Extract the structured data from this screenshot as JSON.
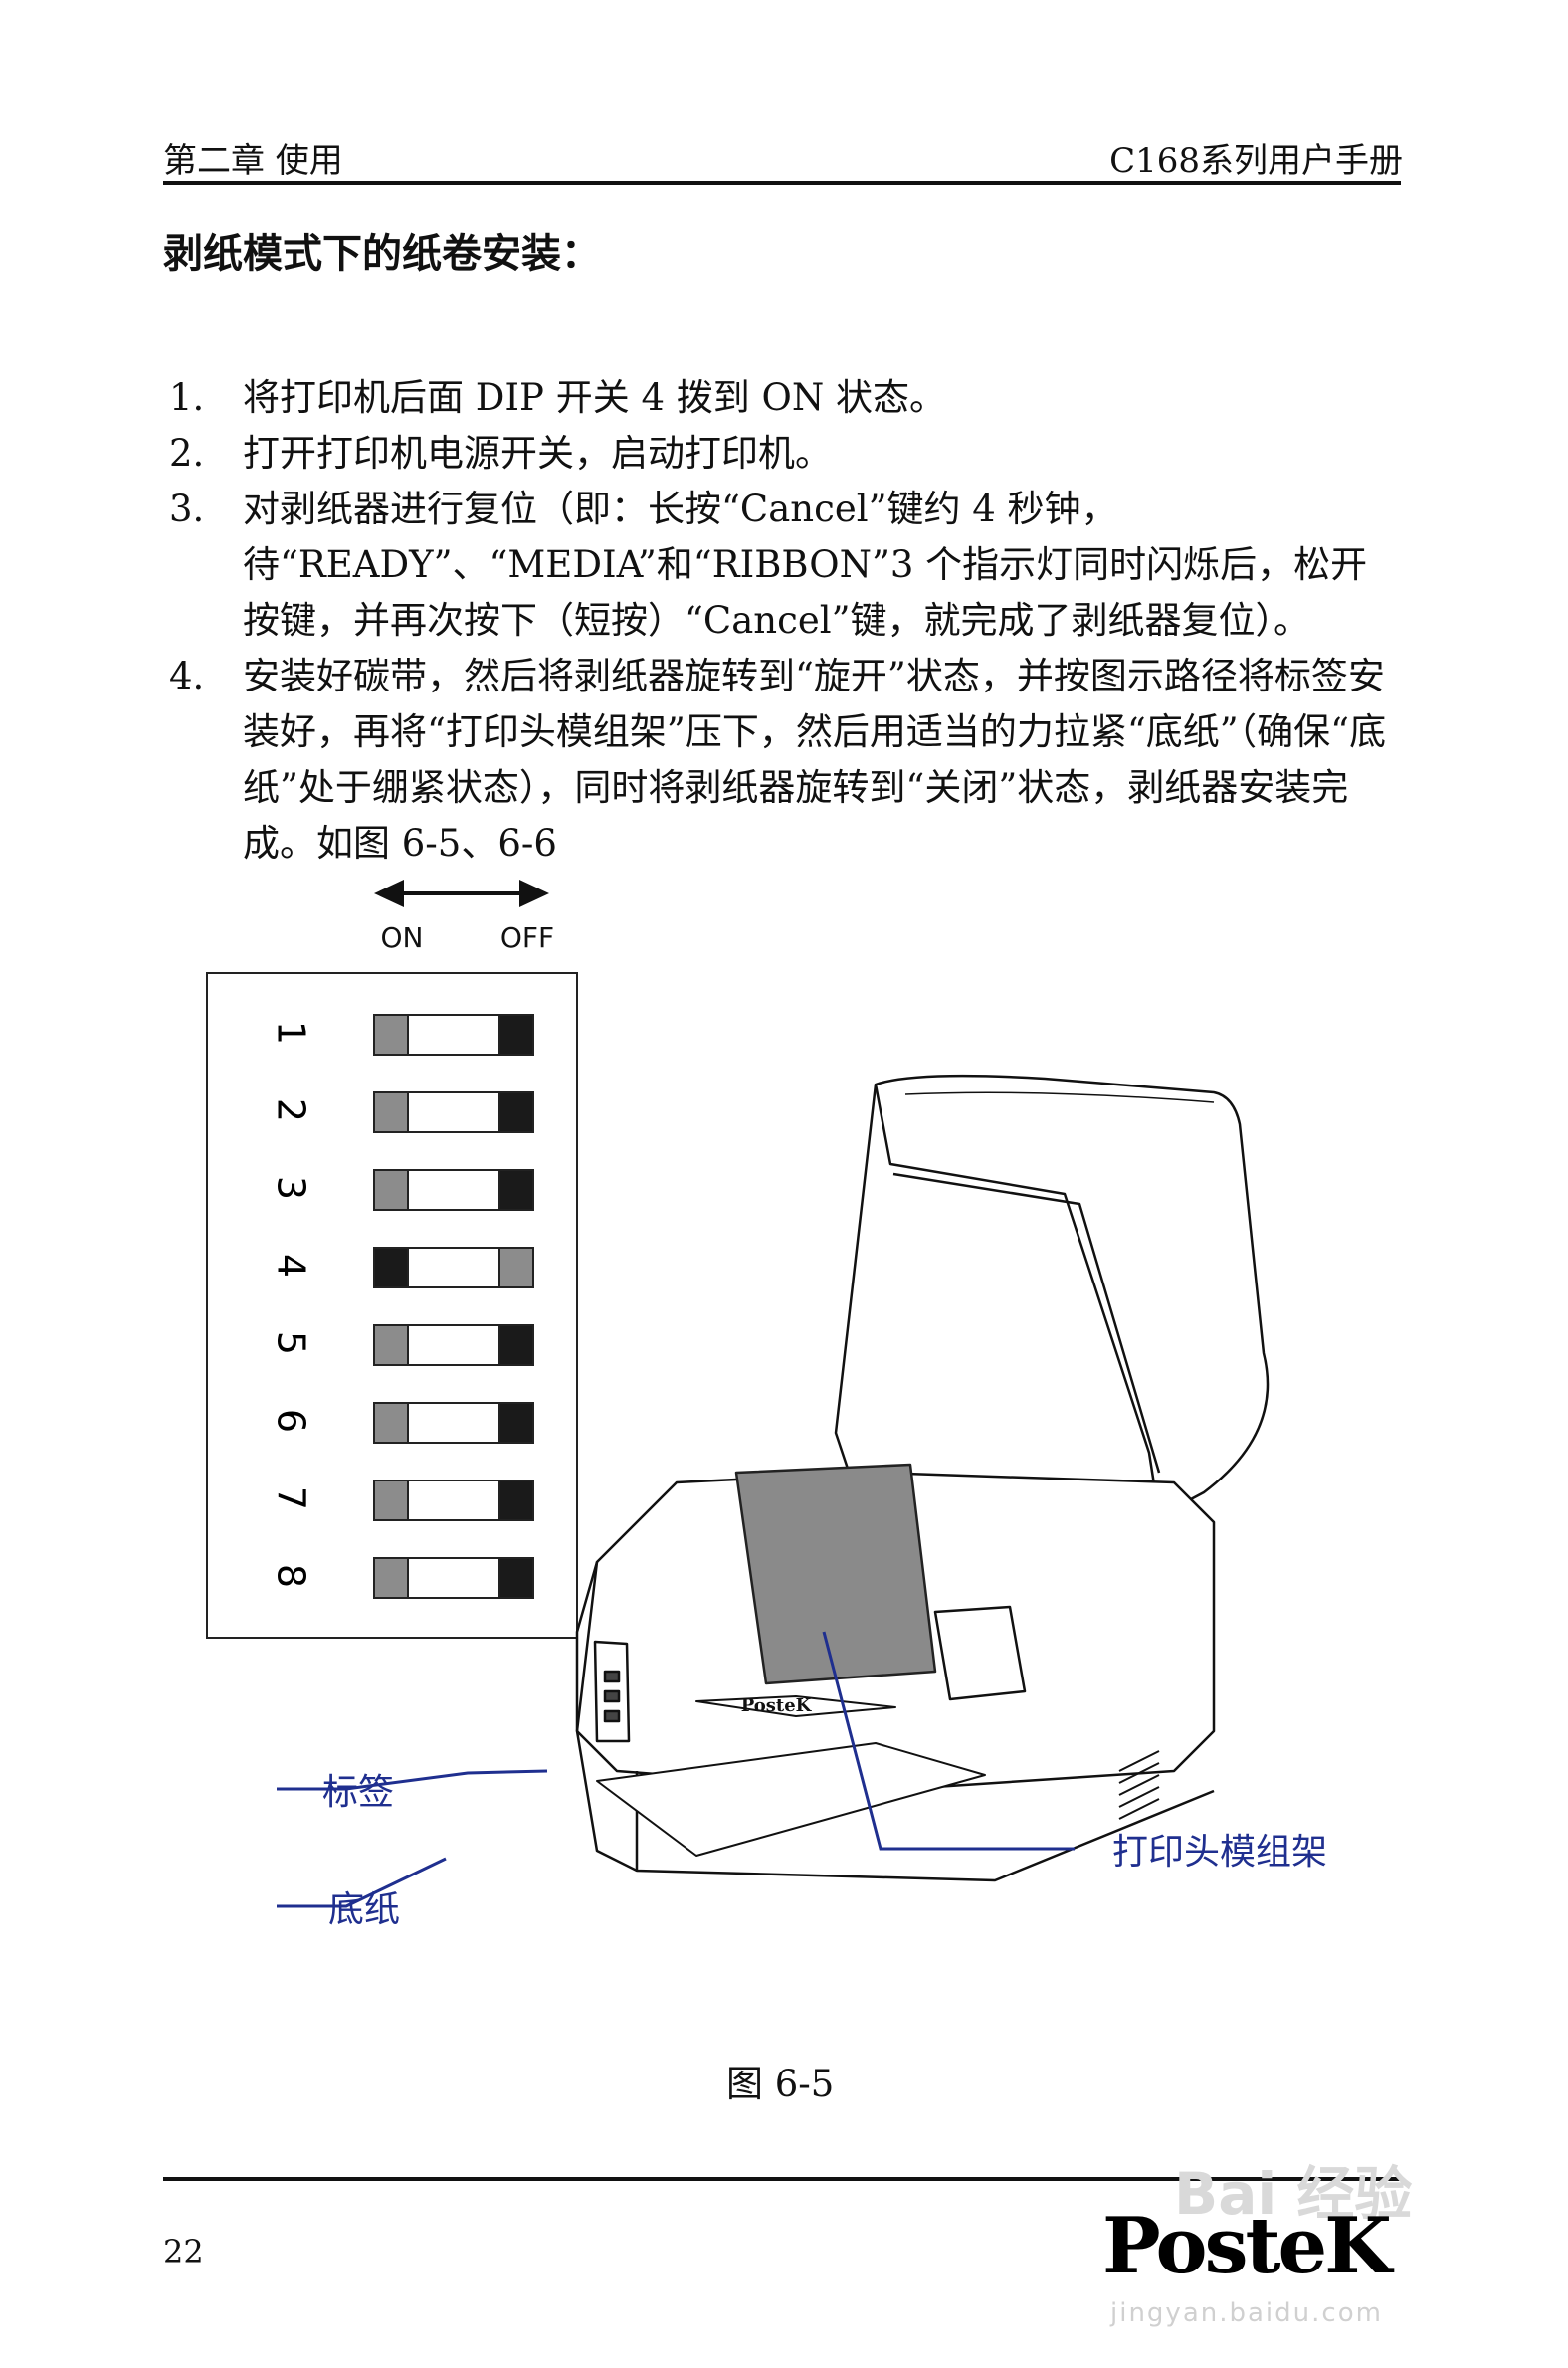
{
  "header": {
    "left": "第二章  使用",
    "right": "C168系列用户手册"
  },
  "section_title": "剥纸模式下的纸卷安装：",
  "steps": [
    {
      "num": "1.",
      "text": "将打印机后面 DIP 开关 4 拨到 ON 状态。"
    },
    {
      "num": "2.",
      "text": "打开打印机电源开关，启动打印机。"
    },
    {
      "num": "3.",
      "text": "对剥纸器进行复位（即：长按“Cancel”键约 4 秒钟，待“READY”、“MEDIA”和“RIBBON”3 个指示灯同时闪烁后，松开按键，并再次按下（短按）“Cancel”键，就完成了剥纸器复位）。"
    },
    {
      "num": "4.",
      "text": "安装好碳带，然后将剥纸器旋转到“旋开”状态，并按图示路径将标签安装好，再将“打印头模组架”压下，然后用适当的力拉紧“底纸”（确保“底纸”处于绷紧状态），同时将剥纸器旋转到“关闭”状态，剥纸器安装完成。如图 6-5、6-6"
    }
  ],
  "dip": {
    "on_label": "ON",
    "off_label": "OFF",
    "switches": [
      {
        "label": "1",
        "state": "OFF"
      },
      {
        "label": "2",
        "state": "OFF"
      },
      {
        "label": "3",
        "state": "OFF"
      },
      {
        "label": "4",
        "state": "ON"
      },
      {
        "label": "5",
        "state": "OFF"
      },
      {
        "label": "6",
        "state": "OFF"
      },
      {
        "label": "7",
        "state": "OFF"
      },
      {
        "label": "8",
        "state": "OFF"
      }
    ]
  },
  "callouts": {
    "label": "标签",
    "backing": "底纸",
    "head": "打印头模组架"
  },
  "printer_brand": "PosteK",
  "caption": "图 6-5",
  "footer": {
    "page": "22",
    "brand": "PosteK"
  },
  "watermark": {
    "main": "Bai 经验",
    "sub": "jingyan.baidu.com"
  },
  "colors": {
    "callout": "#1f2f8f",
    "switch_dark": "#1a1a1a",
    "switch_gray": "#8c8c8c",
    "ribbon": "#8a8a8a"
  }
}
